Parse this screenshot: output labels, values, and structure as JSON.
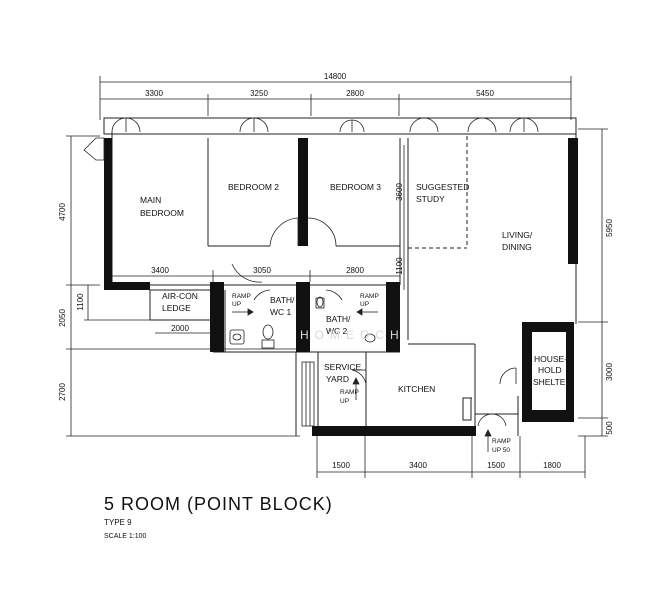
{
  "dimensions": {
    "overall": "14800",
    "top": [
      "3300",
      "3250",
      "2800",
      "5450"
    ],
    "left": [
      "4700",
      "1100",
      "2050",
      "2700"
    ],
    "right": [
      "5950",
      "3000",
      "500"
    ],
    "bottom": [
      "1500",
      "3400",
      "1500",
      "1800"
    ],
    "inner_row": [
      "3400",
      "3050",
      "2800"
    ],
    "inner_small": [
      "2000",
      "3600",
      "1100"
    ]
  },
  "rooms": {
    "main_bedroom": [
      "MAIN",
      "BEDROOM"
    ],
    "bedroom2": "BEDROOM 2",
    "bedroom3": "BEDROOM 3",
    "study": [
      "SUGGESTED",
      "STUDY"
    ],
    "living": [
      "LIVING/",
      "DINING"
    ],
    "aircon": [
      "AIR-CON",
      "LEDGE"
    ],
    "bath1": [
      "BATH/",
      "WC 1"
    ],
    "bath2": [
      "BATH/",
      "WC 2"
    ],
    "service": [
      "SERVICE",
      "YARD"
    ],
    "kitchen": "KITCHEN",
    "shelter": [
      "HOUSE-",
      "HOLD",
      "SHELTER"
    ],
    "ramp": [
      "RAMP",
      "UP"
    ],
    "ramp50": "UP 50"
  },
  "watermark": "HOMEOCH",
  "title": {
    "main": "5 ROOM (POINT BLOCK)",
    "type": "TYPE 9",
    "scale": "SCALE   1:100"
  }
}
